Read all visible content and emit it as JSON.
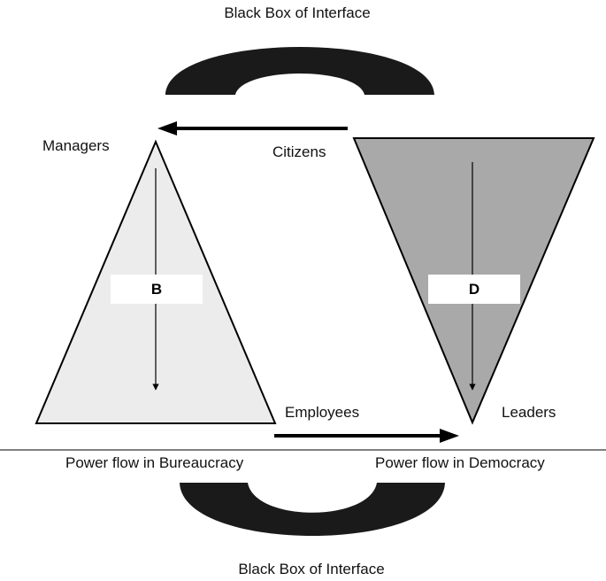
{
  "labels": {
    "top_interface": "Black Box of Interface",
    "bottom_interface": "Black Box of Interface",
    "managers": "Managers",
    "citizens": "Citizens",
    "employees": "Employees",
    "leaders": "Leaders",
    "bureaucracy_caption": "Power flow in Bureaucracy",
    "democracy_caption": "Power flow in Democracy"
  },
  "bureaucracy": {
    "letter": "B"
  },
  "democracy": {
    "letter": "D"
  },
  "colors": {
    "interface_shape": "#1a1a1a",
    "bureaucracy_fill": "#ececec",
    "democracy_fill": "#a9a9a9",
    "outline": "#000000",
    "letter_box": "#ffffff"
  }
}
